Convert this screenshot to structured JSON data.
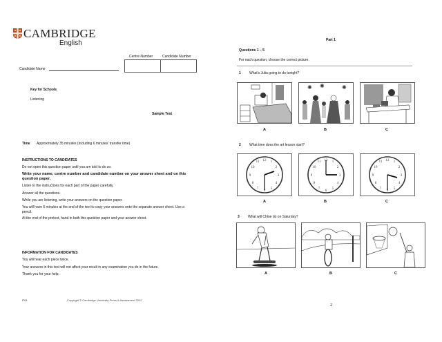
{
  "left_page": {
    "brand": {
      "name": "CAMBRIDGE",
      "sub": "English",
      "logo_icon": "shield-icon"
    },
    "centre_number_label": "Centre Number",
    "candidate_number_label": "Candidate Number",
    "candidate_name_label": "Candidate Name",
    "exam_title": "Key for Schools",
    "paper": "Listening",
    "sample": "Sample Test",
    "time_label": "Time",
    "time_text": "Approximately 35 minutes (including 6 minutes' transfer time)",
    "instructions_heading": "INSTRUCTIONS TO CANDIDATES",
    "instructions": [
      "Do not open this question paper until you are told to do so.",
      "Write your name, centre number and candidate number on your answer sheet and on this question paper.",
      "Listen to the instructions for each part of the paper carefully.",
      "Answer all the questions.",
      "While you are listening, write your answers on the question paper.",
      "You will have 6 minutes at the end of the test to copy your answers onto the separate answer sheet. Use a pencil.",
      "At the end of the pretest, hand in both this question paper and your answer sheet."
    ],
    "information_heading": "INFORMATION FOR CANDIDATES",
    "information": [
      "You will hear each piece twice.",
      "Your answers in this test will not affect your result in any examination you do in the future.",
      "Thank you for your help."
    ],
    "footer_code": "PV1",
    "copyright": "Copyright © Cambridge University Press & Assessment 2022"
  },
  "right_page": {
    "part": "Part 1",
    "questions_range": "Questions 1 – 5",
    "instruction": "For each question, choose the correct picture.",
    "questions": [
      {
        "number": "1",
        "text": "What's Julia going to do tonight?",
        "options": [
          {
            "label": "A",
            "picture": "girl-in-bed"
          },
          {
            "label": "B",
            "picture": "party-dancing"
          },
          {
            "label": "C",
            "picture": "studying-at-desk"
          }
        ]
      },
      {
        "number": "2",
        "text": "What time does the art lesson start?",
        "options": [
          {
            "label": "A",
            "picture": "clock-2:30"
          },
          {
            "label": "B",
            "picture": "clock-3:00"
          },
          {
            "label": "C",
            "picture": "clock-3:30"
          }
        ]
      },
      {
        "number": "3",
        "text": "What will Chloe do on Saturday?",
        "options": [
          {
            "label": "A",
            "picture": "skateboarding"
          },
          {
            "label": "B",
            "picture": "cycling"
          },
          {
            "label": "C",
            "picture": "basketball"
          }
        ]
      }
    ],
    "page_number": "2"
  }
}
